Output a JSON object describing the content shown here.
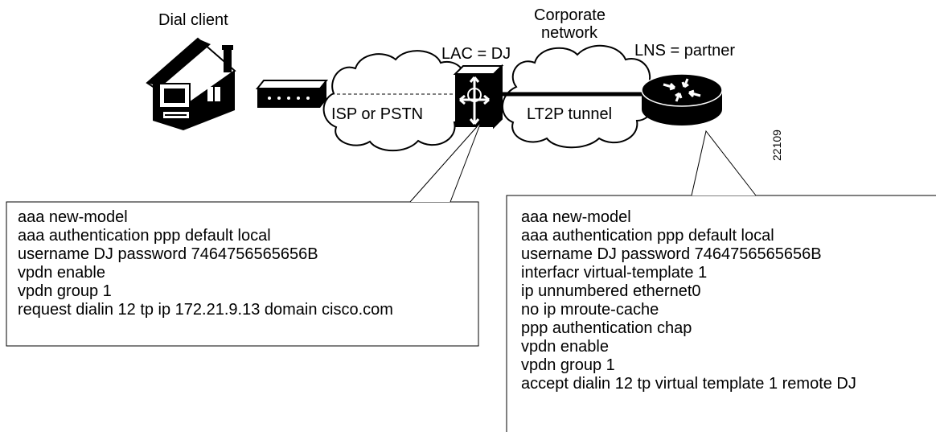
{
  "labels": {
    "dial_client": "Dial client",
    "corporate_line1": "Corporate",
    "corporate_line2": "network",
    "lac": "LAC = DJ",
    "lns": "LNS = partner",
    "isp_cloud": "ISP or PSTN",
    "tunnel_cloud": "LT2P tunnel",
    "figure_id": "22109"
  },
  "lac_config": [
    "aaa new-model",
    "aaa authentication ppp default local",
    "username DJ password 7464756565656B",
    "vpdn enable",
    "vpdn group 1",
    "request dialin 12 tp ip 172.21.9.13 domain cisco.com"
  ],
  "lns_config": [
    "aaa new-model",
    "aaa authentication ppp default local",
    "username DJ password 7464756565656B",
    "interfacr virtual-template 1",
    "ip unnumbered ethernet0",
    "no ip mroute-cache",
    "ppp authentication chap",
    "vpdn enable",
    "vpdn group 1",
    "accept dialin 12 tp virtual template 1 remote DJ"
  ],
  "colors": {
    "ink": "#000000",
    "paper": "#ffffff"
  }
}
